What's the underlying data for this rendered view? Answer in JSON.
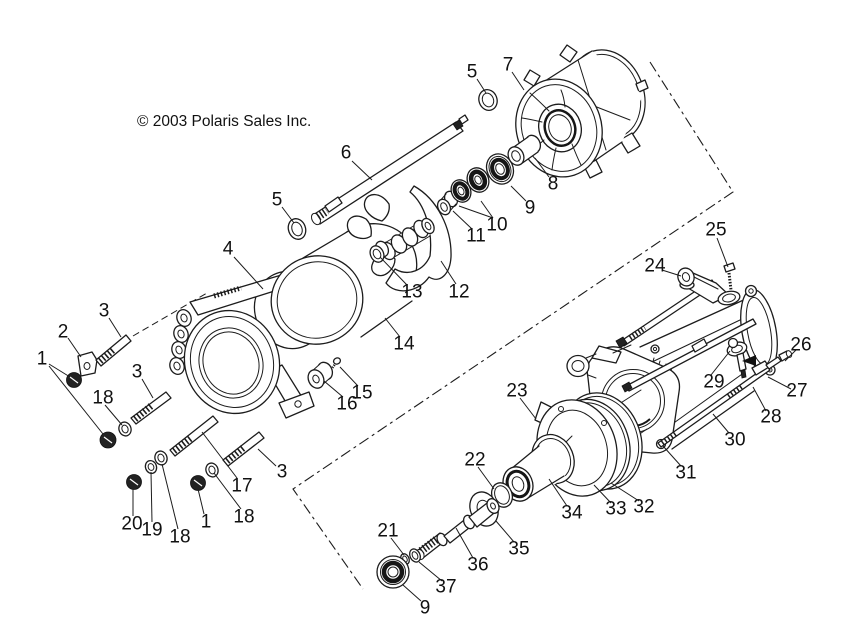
{
  "copyright": "© 2003 Polaris Sales Inc.",
  "diagram_type": "exploded-parts-diagram",
  "colors": {
    "ink": "#1c1c1c",
    "background": "#ffffff"
  },
  "callouts": [
    {
      "label": "1"
    },
    {
      "label": "2"
    },
    {
      "label": "3"
    },
    {
      "label": "3"
    },
    {
      "label": "3"
    },
    {
      "label": "4"
    },
    {
      "label": "5"
    },
    {
      "label": "5"
    },
    {
      "label": "6"
    },
    {
      "label": "7"
    },
    {
      "label": "8"
    },
    {
      "label": "9"
    },
    {
      "label": "10"
    },
    {
      "label": "11"
    },
    {
      "label": "12"
    },
    {
      "label": "13"
    },
    {
      "label": "14"
    },
    {
      "label": "15"
    },
    {
      "label": "16"
    },
    {
      "label": "17"
    },
    {
      "label": "18"
    },
    {
      "label": "18"
    },
    {
      "label": "18"
    },
    {
      "label": "19"
    },
    {
      "label": "20"
    },
    {
      "label": "1"
    },
    {
      "label": "21"
    },
    {
      "label": "22"
    },
    {
      "label": "23"
    },
    {
      "label": "24"
    },
    {
      "label": "25"
    },
    {
      "label": "26"
    },
    {
      "label": "27"
    },
    {
      "label": "28"
    },
    {
      "label": "29"
    },
    {
      "label": "30"
    },
    {
      "label": "31"
    },
    {
      "label": "32"
    },
    {
      "label": "33"
    },
    {
      "label": "34"
    },
    {
      "label": "35"
    },
    {
      "label": "36"
    },
    {
      "label": "37"
    },
    {
      "label": "9"
    }
  ]
}
